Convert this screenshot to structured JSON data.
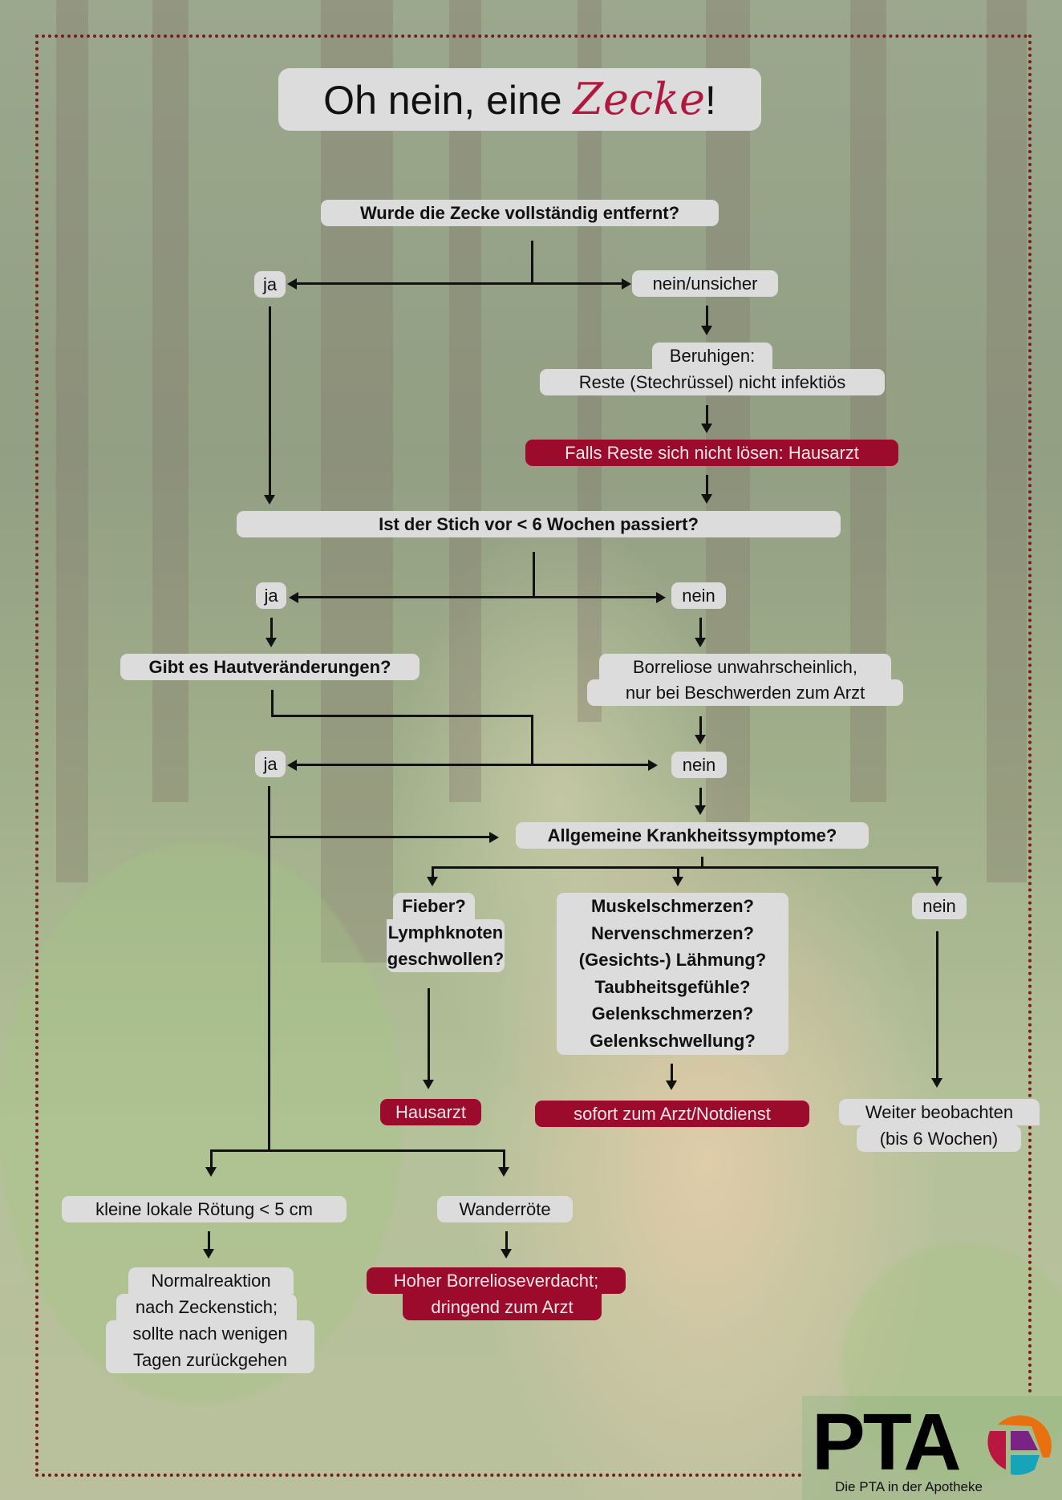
{
  "title": {
    "prefix": "Oh nein, eine ",
    "highlight": "Zecke",
    "suffix": "!"
  },
  "colors": {
    "accent_red": "#9c0a2c",
    "box_grey": "#dcdcdc",
    "frame": "#7a1a1a",
    "title_script": "#b0183d"
  },
  "flow": {
    "q1": "Wurde die Zecke vollständig entfernt?",
    "q1_yes": "ja",
    "q1_no": "nein/unsicher",
    "calm": [
      "Beruhigen:",
      "Reste (Stechrüssel) nicht infektiös"
    ],
    "remains": "Falls Reste sich nicht lösen: Hausarzt",
    "q2": "Ist der Stich vor < 6 Wochen passiert?",
    "q2_yes": "ja",
    "q2_no": "nein",
    "unlikely": [
      "Borreliose unwahrscheinlich,",
      "nur bei Beschwerden zum Arzt"
    ],
    "q3": "Gibt es Hautveränderungen?",
    "q3_yes": "ja",
    "q3_no": "nein",
    "q4": "Allgemeine Krankheitssymptome?",
    "fever": [
      "Fieber?",
      "Lymphknoten",
      "geschwollen?"
    ],
    "neuro": [
      "Muskelschmerzen?",
      "Nervenschmerzen?",
      "(Gesichts-) Lähmung?",
      "Taubheitsgefühle?",
      "Gelenkschmerzen?",
      "Gelenkschwellung?"
    ],
    "q4_no": "nein",
    "gp": "Hausarzt",
    "emergency": "sofort zum Arzt/Notdienst",
    "observe": [
      "Weiter beobachten",
      "(bis 6 Wochen)"
    ],
    "small_redness": "kleine lokale Rötung < 5 cm",
    "migrans": "Wanderröte",
    "normal": [
      "Normalreaktion",
      "nach Zeckenstich;",
      "sollte nach wenigen",
      "Tagen zurückgehen"
    ],
    "suspicion": [
      "Hoher Borrelioseverdacht;",
      "dringend zum Arzt"
    ]
  },
  "logo": {
    "brand": "PTA",
    "tagline": "Die PTA in der Apotheke"
  }
}
